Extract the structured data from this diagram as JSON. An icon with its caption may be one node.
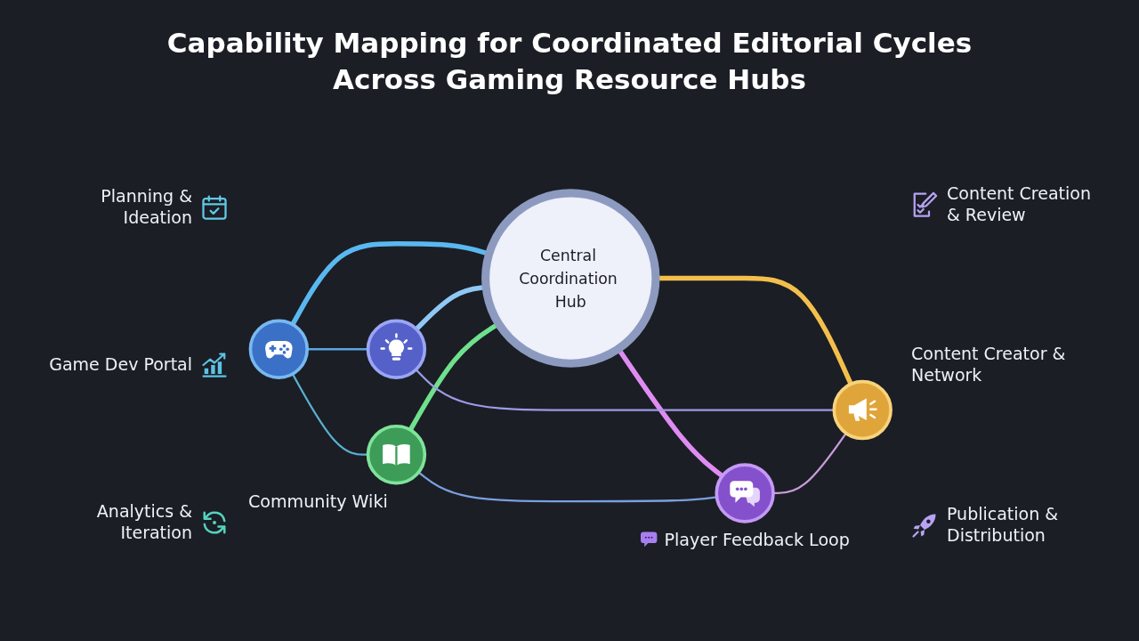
{
  "diagram": {
    "title": "Capability Mapping for Coordinated Editorial Cycles Across Gaming Resource Hubs",
    "nodes": [
      {
        "text": [],
        "shape": "circle"
      },
      {
        "text": [],
        "shape": "circle"
      },
      {
        "text": [
          "Central Coordination Hub"
        ]
      },
      {
        "text": [],
        "shape": "circle"
      },
      {
        "text": [],
        "shape": "circle",
        "beside": [
          "Community Wiki"
        ]
      },
      {
        "text": [],
        "shape": "circle",
        "beside": [
          "Player Feedback Loop"
        ]
      }
    ],
    "edges": [
      {
        "from": 1,
        "to": 2,
        "arrow": "none",
        "style": "thick",
        "color": "#5ab8f0"
      },
      {
        "from": 0,
        "to": 2,
        "arrow": "none",
        "style": "thick",
        "color": "#8fc8f5"
      },
      {
        "from": 4,
        "to": 2,
        "arrow": "none",
        "style": "thick",
        "color": "#6fe08d"
      },
      {
        "from": 2,
        "to": 5,
        "arrow": "none",
        "style": "thick",
        "color": "#df8cf2"
      },
      {
        "from": 2,
        "to": 3,
        "arrow": "none",
        "style": "thick",
        "color": "#f3bf4c"
      },
      {
        "from": 1,
        "to": 0,
        "arrow": "none",
        "color": "#5aa6e0"
      },
      {
        "from": 0,
        "to": 3,
        "arrow": "none",
        "color": "#9d9be6"
      },
      {
        "from": 5,
        "to": 3,
        "arrow": "none",
        "color": "#c79bd8"
      },
      {
        "from": 4,
        "to": 5,
        "arrow": "none",
        "color": "#7a9fe0"
      },
      {
        "from": 1,
        "to": 4,
        "arrow": "none",
        "color": "#5ab0d0"
      }
    ],
    "labels": [
      "Planning & Ideation",
      "Content Creation & Review",
      "Game Dev Portal",
      "Content Creator & Network",
      "Analytics & Iteration",
      "Publication & Distribution"
    ]
  }
}
